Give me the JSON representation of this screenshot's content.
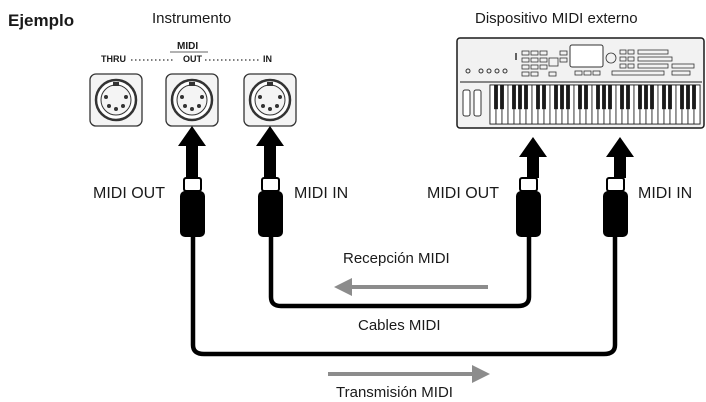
{
  "heading": "Ejemplo",
  "instrument": {
    "title": "Instrumento",
    "group_label": "MIDI",
    "ports": {
      "thru": "THRU",
      "out": "OUT",
      "in": "IN"
    }
  },
  "external": {
    "title": "Dispositivo MIDI externo"
  },
  "plugs": {
    "instr_out": "MIDI OUT",
    "instr_in": "MIDI IN",
    "ext_out": "MIDI OUT",
    "ext_in": "MIDI IN"
  },
  "flows": {
    "receive": "Recepción MIDI",
    "transmit": "Transmisión MIDI"
  },
  "cables_label": "Cables MIDI",
  "colors": {
    "cable": "#000000",
    "arrow": "#8c8c8c",
    "panel": "#f2f2f2",
    "line": "#1a1a1a"
  }
}
